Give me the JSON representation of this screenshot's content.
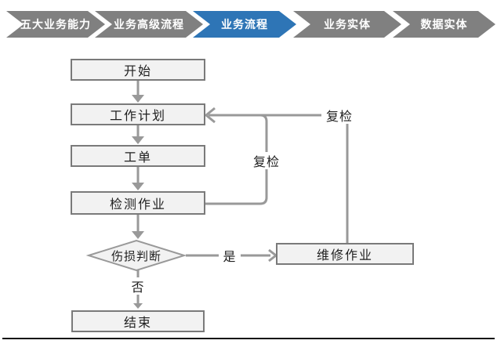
{
  "nav": {
    "items": [
      {
        "label": "五大业务能力",
        "active": false
      },
      {
        "label": "业务高级流程",
        "active": false
      },
      {
        "label": "业务流程",
        "active": true
      },
      {
        "label": "业务实体",
        "active": false
      },
      {
        "label": "数据实体",
        "active": false
      }
    ],
    "active_color": "#2E75B6",
    "inactive_color": "#808080",
    "text_color": "#FFFFFF"
  },
  "flowchart": {
    "nodes": {
      "start": "开始",
      "work_plan": "工作计划",
      "work_order": "工单",
      "inspection": "检测作业",
      "damage_decision": "伤损判断",
      "repair": "维修作业",
      "end": "结束"
    },
    "edge_labels": {
      "recheck_inner": "复检",
      "recheck_outer": "复检",
      "yes": "是",
      "no": "否"
    },
    "edges": [
      {
        "from": "start",
        "to": "work_plan"
      },
      {
        "from": "work_plan",
        "to": "work_order"
      },
      {
        "from": "work_order",
        "to": "inspection"
      },
      {
        "from": "inspection",
        "to": "damage_decision"
      },
      {
        "from": "damage_decision",
        "to": "repair",
        "label": "是"
      },
      {
        "from": "damage_decision",
        "to": "end",
        "label": "否"
      },
      {
        "from": "inspection",
        "to": "work_plan",
        "label": "复检"
      },
      {
        "from": "repair",
        "to": "work_plan",
        "label": "复检"
      }
    ],
    "colors": {
      "box_fill": "#F2F2F2",
      "box_border": "#7A7A7A",
      "line": "#999999",
      "text": "#1F1F1F"
    }
  }
}
